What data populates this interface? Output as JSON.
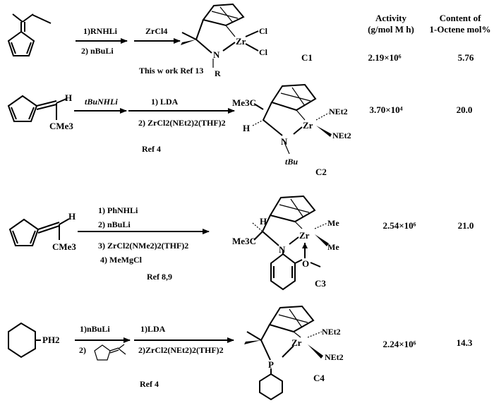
{
  "header": {
    "activity_line1": "Activity",
    "activity_line2": "(g/mol M h)",
    "content_line1": "Content of",
    "content_line2": "1-Octene mol%"
  },
  "rows": [
    {
      "reagents_above": "1)RNHLi",
      "reagents_below": "2) nBuLi",
      "step2_above": "ZrCl4",
      "ref": "This w ork Ref 13",
      "atoms": {
        "zr": "Zr",
        "n": "N",
        "r": "R",
        "cl1": "Cl",
        "cl2": "Cl"
      },
      "compound": "C1",
      "activity": "2.19×10⁶",
      "content": "5.76"
    },
    {
      "reagent_above": "tBuNHLi",
      "step2_above": "1) LDA",
      "step2_below": "2) ZrCl2(NEt2)2(THF)2",
      "substituent": "CMe3",
      "ref": "Ref 4",
      "atoms": {
        "h": "H",
        "me3c": "Me3C",
        "zr": "Zr",
        "n": "N",
        "tbu": "tBu",
        "net2a": "NEt2",
        "net2b": "NEt2",
        "hstereo": "H"
      },
      "compound": "C2",
      "activity": "3.70×10⁴",
      "content": "20.0"
    },
    {
      "steps": [
        "1) PhNHLi",
        "2) nBuLi",
        "3) ZrCl2(NMe2)2(THF)2",
        "4) MeMgCl"
      ],
      "substituent": "CMe3",
      "ref": "Ref 8,9",
      "atoms": {
        "h": "H",
        "hstereo": "H",
        "me3c": "Me3C",
        "zr": "Zr",
        "n": "N",
        "o": "O",
        "me1": "Me",
        "me2": "Me"
      },
      "compound": "C3",
      "activity": "2.54×10⁶",
      "content": "21.0"
    },
    {
      "start": "PH2",
      "reagents_above": "1)nBuLi",
      "reagents_below_num": "2)",
      "step2_above": "1)LDA",
      "step2_below": "2)ZrCl2(NEt2)2(THF)2",
      "ref": "Ref 4",
      "atoms": {
        "zr": "Zr",
        "p": "P",
        "net2a": "NEt2",
        "net2b": "NEt2"
      },
      "compound": "C4",
      "activity": "2.24×10⁶",
      "content": "14.3"
    }
  ]
}
